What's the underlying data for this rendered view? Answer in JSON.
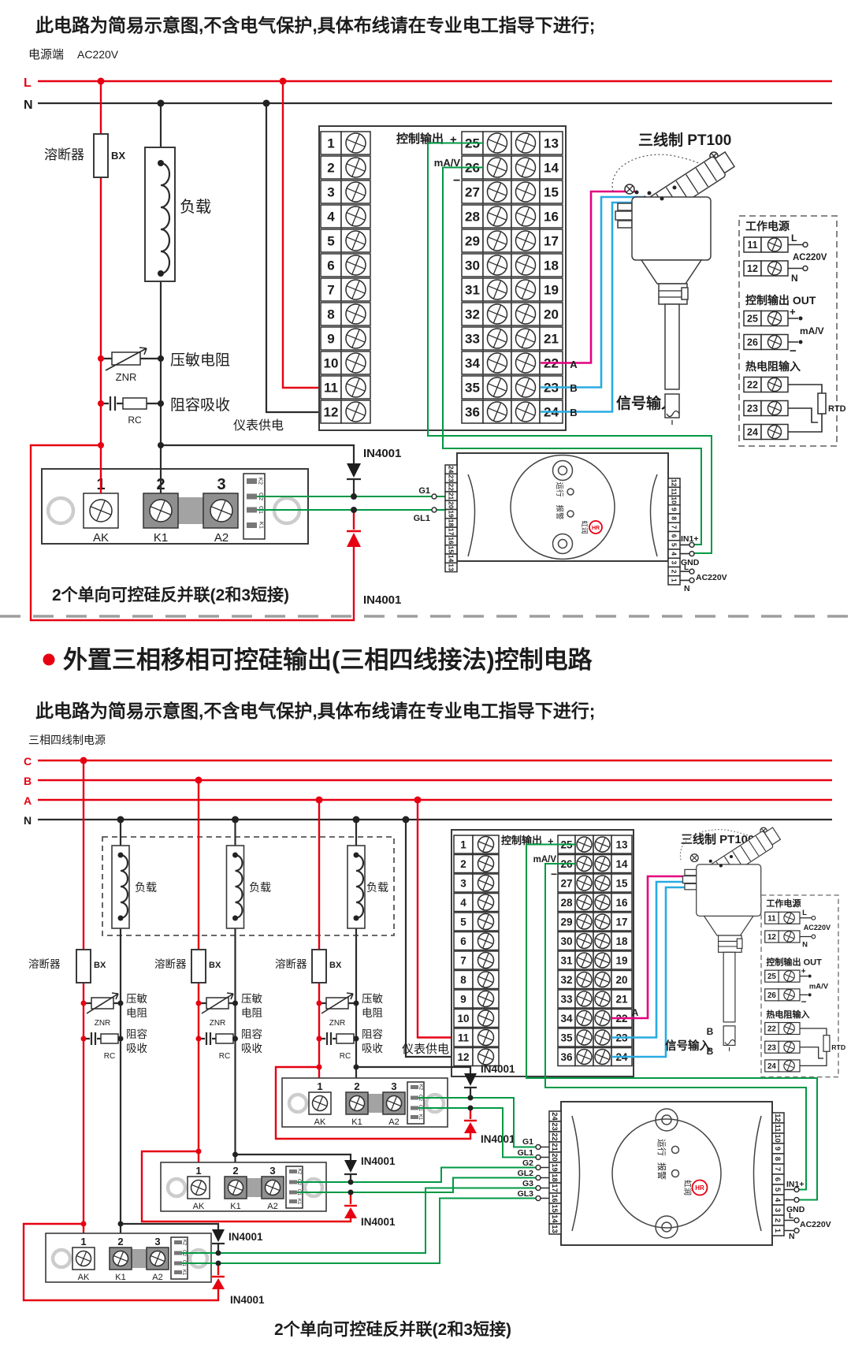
{
  "note": "此电路为简易示意图,不含电气保护,具体布线请在专业电工指导下进行;",
  "caption": "2个单向可控硅反并联(2和3短接)",
  "diode": "IN4001",
  "pt100_label": "三线制 PT100",
  "signal_label": "信号输入",
  "sig_a": "A",
  "sig_b": "B",
  "meter_supply": "仪表供电",
  "fuse": {
    "label": "溶断器",
    "code": "BX"
  },
  "znr_code": "ZNR",
  "rc_code": "RC",
  "top": {
    "source_label": "电源端",
    "source_voltage": "AC220V",
    "l": "L",
    "n": "N",
    "load_label": "负载",
    "znr_label": "压敏电阻",
    "rc_label": "阻容吸收",
    "g1": "G1",
    "gl1": "GL1"
  },
  "bottom": {
    "heading": "外置三相移相可控硅输出(三相四线接法)控制电路",
    "source_label": "三相四线制电源",
    "c": "C",
    "b": "B",
    "a": "A",
    "n": "N",
    "load_label": "负载",
    "znr_label1": "压敏",
    "znr_label2": "电阻",
    "rc_label1": "阻容",
    "rc_label2": "吸收",
    "gates": [
      "G1",
      "GL1",
      "G2",
      "GL2",
      "G3",
      "GL3"
    ]
  },
  "block": {
    "ctrl": "控制输出",
    "plus": "+",
    "mav": "mA/V",
    "minus": "−",
    "left": [
      "1",
      "2",
      "3",
      "4",
      "5",
      "6",
      "7",
      "8",
      "9",
      "10",
      "11",
      "12"
    ],
    "mid": [
      "25",
      "26",
      "27",
      "28",
      "29",
      "30",
      "31",
      "32",
      "33",
      "34",
      "35",
      "36"
    ],
    "right": [
      "13",
      "14",
      "15",
      "16",
      "17",
      "18",
      "19",
      "20",
      "21",
      "22",
      "23",
      "24"
    ]
  },
  "rbox": {
    "work_power": "工作电源",
    "n11": "11",
    "n12": "12",
    "l": "L",
    "ac": "AC220V",
    "n": "N",
    "ctrl_out": "控制输出 OUT",
    "n25": "25",
    "n26": "26",
    "plus": "+",
    "mav": "mA/V",
    "minus": "−",
    "rtd_in": "热电阻输入",
    "n22": "22",
    "n23": "23",
    "n24": "24",
    "rtd": "RTD"
  },
  "module": {
    "n1": "1",
    "n2": "2",
    "n3": "3",
    "ak": "AK",
    "k1": "K1",
    "a2": "A2",
    "pins": [
      "K2",
      "G2",
      "G1",
      "K1"
    ]
  },
  "device": {
    "left": [
      "24",
      "23",
      "22",
      "21",
      "20",
      "19",
      "18",
      "17",
      "16",
      "15",
      "14",
      "13"
    ],
    "right": [
      "12",
      "11",
      "10",
      "9",
      "8",
      "7",
      "6",
      "5",
      "4",
      "3",
      "2",
      "1"
    ],
    "run": "运行",
    "alarm": "报警",
    "brand": "虹润",
    "logo": "HR",
    "in1": "IN1+",
    "gnd": "GND",
    "l": "L",
    "ac": "AC220V",
    "n": "N"
  }
}
